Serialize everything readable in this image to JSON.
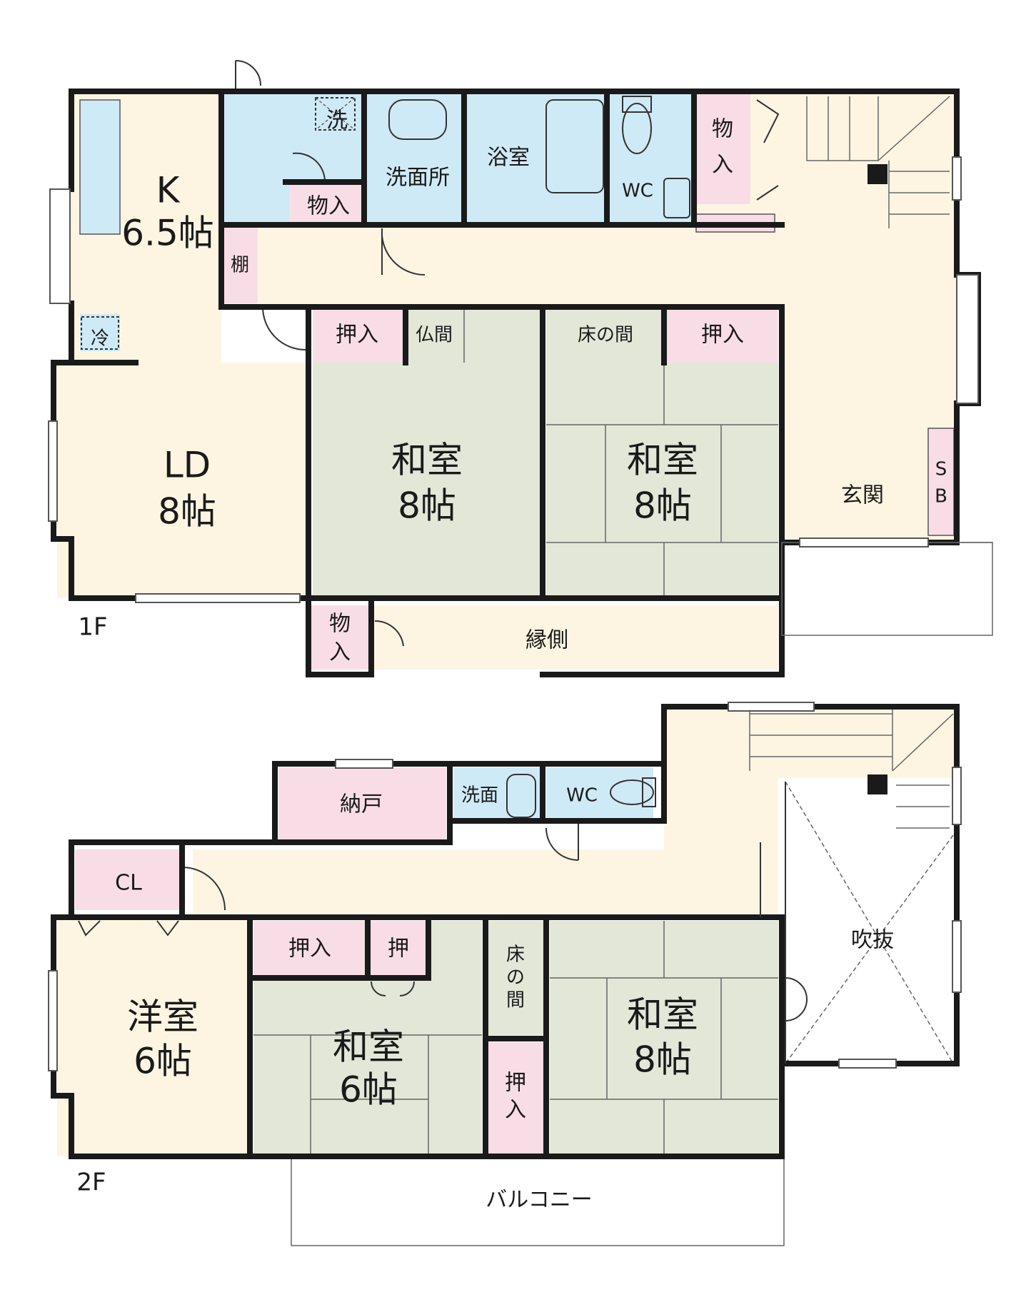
{
  "floors": [
    {
      "label": "1F",
      "rooms": {
        "kitchen": {
          "name": "K",
          "size": "6.5帖"
        },
        "ld": {
          "name": "LD",
          "size": "8帖"
        },
        "washer": "洗",
        "storage_wash": "物入",
        "washroom": "洗面所",
        "bath": "浴室",
        "wc": "WC",
        "storage_hall": "物入",
        "shelf": "棚",
        "fridge": "冷",
        "closet_a": "押入",
        "butsuma": "仏間",
        "tokonoma": "床の間",
        "closet_b": "押入",
        "washitsu_a": {
          "name": "和室",
          "size": "8帖"
        },
        "washitsu_b": {
          "name": "和室",
          "size": "8帖"
        },
        "genkan": "玄関",
        "shoebox": "SB",
        "storage_veranda": "物入",
        "engawa": "縁側"
      }
    },
    {
      "label": "2F",
      "rooms": {
        "nando": "納戸",
        "wash": "洗面",
        "wc": "WC",
        "closet": "CL",
        "youshitsu": {
          "name": "洋室",
          "size": "6帖"
        },
        "closet_a": "押入",
        "closet_b": "押",
        "washitsu_6": {
          "name": "和室",
          "size": "6帖"
        },
        "tokonoma": "床の間",
        "closet_c": "押入",
        "washitsu_8": {
          "name": "和室",
          "size": "8帖"
        },
        "fukinuke": "吹抜",
        "balcony": "バルコニー"
      }
    }
  ],
  "colors": {
    "floor_beige": "#fdf5e2",
    "wet_blue": "#cfeaf7",
    "storage_pink": "#f9dde6",
    "tatami_green": "#e2e7d8",
    "wall": "#1a1a1a"
  }
}
